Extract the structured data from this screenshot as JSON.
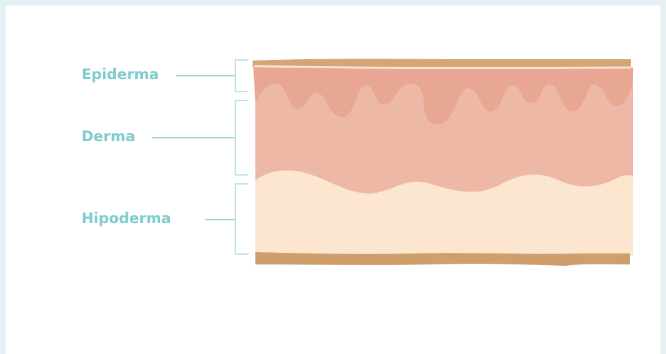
{
  "layers": [
    {
      "id": "epiderma",
      "label": "Epiderma"
    },
    {
      "id": "derma",
      "label": "Derma"
    },
    {
      "id": "hipoderma",
      "label": "Hipoderma"
    }
  ],
  "colors": {
    "frame_border": "#e4f1f4",
    "label_text": "#7ecccc",
    "leader_line": "#7ecccc",
    "bracket": "#a9dcdc",
    "surface_brown": "#d4a577",
    "surface_highlight": "#f8e4d0",
    "epidermis_dark": "#e8a792",
    "dermis": "#eeb8a6",
    "hypodermis": "#fde6d0",
    "base_brown": "#cf9e6d"
  }
}
